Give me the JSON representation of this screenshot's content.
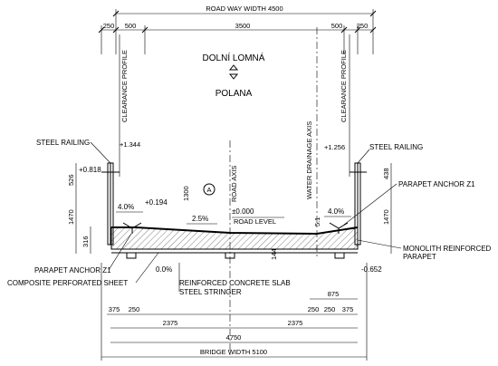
{
  "top": {
    "road_way_width": "ROAD WAY WIDTH 4500",
    "dim_250_left": "250",
    "dim_500_left": "500",
    "dim_3500": "3500",
    "dim_500_right": "500",
    "dim_250_right": "250"
  },
  "directions": {
    "upper": "DOLNÍ LOMNÁ",
    "lower": "POLANA"
  },
  "axes": {
    "clearance_left": "CLEARANCE PROFILE",
    "clearance_right": "CLEARANCE PROFILE",
    "road_axis": "ROAD AXIS",
    "water_drainage": "WATER DRAINAGE AXIS",
    "marker": "A"
  },
  "labels": {
    "steel_railing_left": "STEEL RAILING",
    "steel_railing_right": "STEEL RAILING",
    "parapet_anchor_right": "PARAPET ANCHOR Z1",
    "parapet_anchor_left": "PARAPET ANCHOR Z1",
    "monolith_1": "MONOLITH REINFORCED",
    "monolith_2": "PARAPET",
    "composite_sheet": "COMPOSITE PERFORATED SHEET",
    "rc_slab": "REINFORCED CONCRETE SLAB",
    "stringer": "STEEL STRINGER",
    "road_level": "ROAD LEVEL"
  },
  "levels": {
    "lv_1344": "+1.344",
    "lv_1256": "+1.256",
    "lv_0818": "+0.818",
    "lv_0194": "+0.194",
    "lv_0000": "±0.000",
    "lv_0652": "-0.652"
  },
  "slopes": {
    "s_left": "4.0%",
    "s_mid": "2.5%",
    "s_right": "4.0%",
    "s_bottom": "0.0%"
  },
  "vertical_dims": {
    "d_526": "526",
    "d_1470_left": "1470",
    "d_316": "316",
    "d_1300": "1300",
    "d_144": "144",
    "d_51": "5.1",
    "d_438": "438",
    "d_1470_right": "1470"
  },
  "bottom": {
    "d_875": "875",
    "d_375_left": "375",
    "d_250_left": "250",
    "d_2375_left": "2375",
    "d_2375_right": "2375",
    "d_250_a": "250",
    "d_250_b": "250",
    "d_375_right": "375",
    "d_4750": "4750",
    "bridge_width": "BRIDGE WIDTH 5100"
  }
}
